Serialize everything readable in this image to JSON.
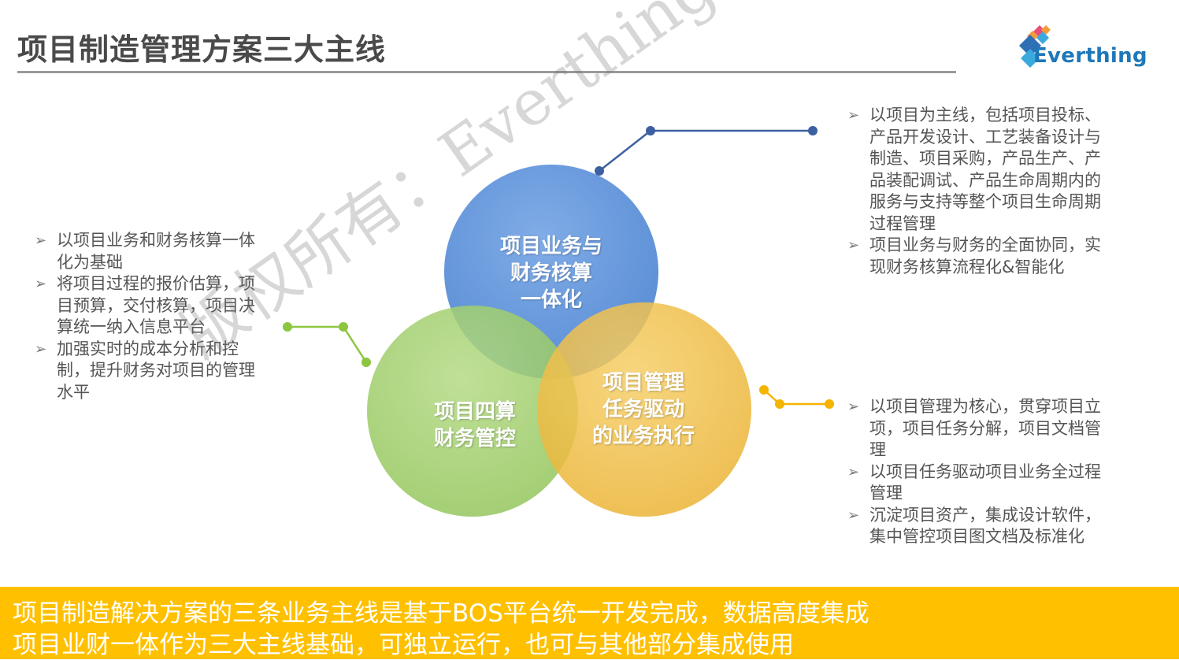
{
  "header": {
    "title": "项目制造管理方案三大主线",
    "logo_text": "Everthing"
  },
  "circles": [
    {
      "id": "finance",
      "lines": [
        "项目业务与",
        "财务核算",
        "一体化"
      ],
      "color": "#5b8fd6"
    },
    {
      "id": "budget",
      "lines": [
        "项目四算",
        "财务管控"
      ],
      "color": "#9ccc65"
    },
    {
      "id": "task",
      "lines": [
        "项目管理",
        "任务驱动",
        "的业务执行"
      ],
      "color": "#f0b93a"
    }
  ],
  "bullet_groups": {
    "top_right": [
      "以项目为主线，包括项目投标、产品开发设计、工艺装备设计与制造、项目采购，产品生产、产品装配调试、产品生命周期内的服务与支持等整个项目生命周期过程管理",
      "项目业务与财务的全面协同，实现财务核算流程化&智能化"
    ],
    "left": [
      "以项目业务和财务核算一体化为基础",
      "将项目过程的报价估算，项目预算，交付核算，项目决算统一纳入信息平台",
      "加强实时的成本分析和控制，提升财务对项目的管理水平"
    ],
    "bottom_right": [
      "以项目管理为核心，贯穿项目立项，项目任务分解，项目文档管理",
      "以项目任务驱动项目业务全过程管理",
      "沉淀项目资产，集成设计软件，集中管控项目图文档及标准化"
    ]
  },
  "connector_colors": {
    "blue": "#3b5fa0",
    "green": "#8cc63f",
    "yellow": "#f5b400"
  },
  "watermark": "版权所有：Everthing-tech",
  "footer": {
    "line1": "项目制造解决方案的三条业务主线是基于BOS平台统一开发完成，数据高度集成",
    "line2": "项目业财一体作为三大主线基础，可独立运行，也可与其他部分集成使用"
  }
}
